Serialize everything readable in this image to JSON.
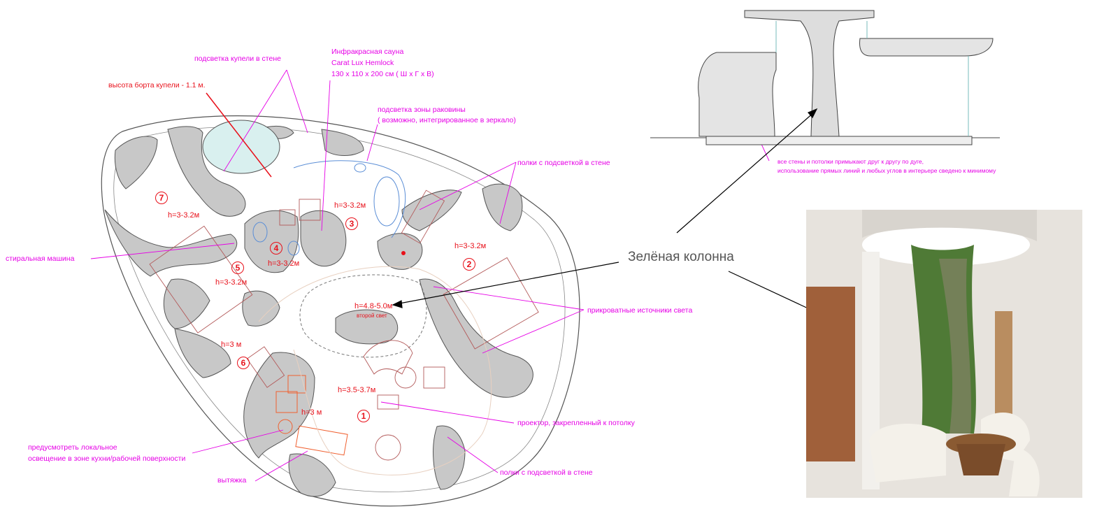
{
  "plan": {
    "labels": {
      "pool_wall_light": "подсветка купели в стене",
      "sauna_title": "Инфракрасная сауна",
      "sauna_model": "Carat Lux Hemlock",
      "sauna_dims": "130 x 110 x 200 см  ( Ш x Г x В)",
      "pool_height": "высота борта купели - 1.1 м.",
      "sink_light": "подсветка зоны раковины",
      "sink_light_note": "( возможно, интегрированное в зеркало)",
      "shelves_top": "полки с подсветкой в стене",
      "washing_machine": "стиральная машина",
      "bedside_lights": "прикроватные источники света",
      "projector": "проектор, закрепленный к потолку",
      "kitchen_light_1": "предусмотреть локальное",
      "kitchen_light_2": "освещение в зоне кухни/рабочей поверхности",
      "hood": "вытяжка",
      "shelves_bottom": "полки с подсветкой в стене"
    },
    "rooms": [
      {
        "num": "7",
        "height": "h=3-3.2м"
      },
      {
        "num": "3",
        "height": "h=3-3.2м"
      },
      {
        "num": "2",
        "height": "h=3-3.2м"
      },
      {
        "num": "4",
        "height": "h=3-3.2м"
      },
      {
        "num": "5",
        "height": "h=3-3.2м"
      },
      {
        "num": "6",
        "height": "h=3 м"
      },
      {
        "num": "1",
        "height": "h=3.5-3.7м"
      }
    ],
    "kitchen_height": "h=3 м",
    "atrium_height": "h=4.8-5.0м",
    "atrium_note": "второй свет"
  },
  "section": {
    "note_1": "все стены и потолки примыкают друг к другу по дуге,",
    "note_2": "использование прямых линий и любых углов в интерьере сведено к минимому"
  },
  "callout": "Зелёная колонна",
  "colors": {
    "annotation": "#e600e6",
    "height": "#e8101a",
    "wall": "#c8c8c8"
  }
}
